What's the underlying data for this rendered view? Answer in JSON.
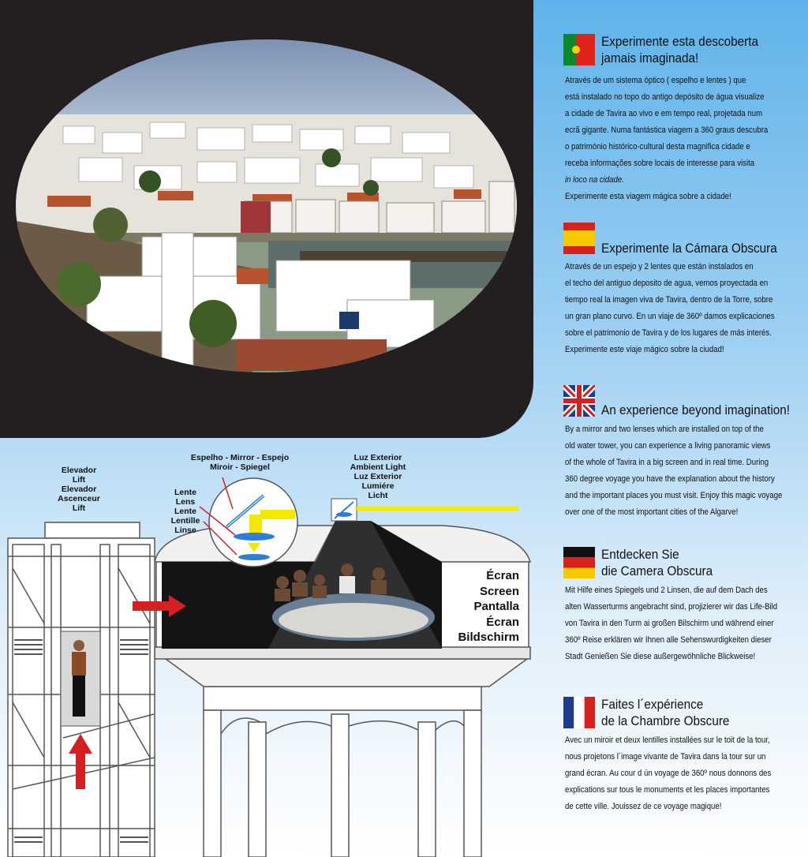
{
  "sections": [
    {
      "id": "pt",
      "title": [
        "Experimente esta descoberta",
        "jamais imaginada!"
      ],
      "lines": [
        "Através de um sistema óptico ( espelho e lentes ) que",
        "está instalado no topo do antigo depósito de água visualize",
        "a cidade de Tavira ao vivo e em tempo real, projetada num",
        "ecrã gigante. Numa fantástica viagem a 360 graus descubra",
        "o património histórico-cultural desta magnifica cidade e",
        "receba informações sobre locais de interesse para visita",
        "in loco na cidade.",
        "Experimente esta viagem mágica sobre a cidade!"
      ]
    },
    {
      "id": "es",
      "title": [
        "Experimente la Cámara Obscura"
      ],
      "lines": [
        "Através de un espejo y 2 lentes que están instalados en",
        "el techo del antiguo deposito de agua, vemos proyectada en",
        "tiempo real la imagen viva de Tavira, dentro de la Torre, sobre",
        "un gran plano curvo. En un viaje de 360º damos explicaciones",
        "sobre el patrimonio de Tavira y de los lugares de más interés.",
        "Experimente este viaje mágico sobre la ciudad!"
      ]
    },
    {
      "id": "en",
      "title": [
        "An experience beyond imagination!"
      ],
      "lines": [
        "By a mirror and two lenses which are installed on top of the",
        "old water tower, you can experience a living panoramic views",
        "of the whole of Tavira in a big screen and in real time. During",
        "360 degree voyage you have the explanation about the history",
        "and the important places you must visit. Enjoy this magic voyage",
        "over one of the most important cities of the Algarve!"
      ]
    },
    {
      "id": "de",
      "title": [
        "Entdecken Sie",
        "die Camera Obscura"
      ],
      "lines": [
        "Mit Hilfe eines Spiegels und 2 Linsen, die auf dem Dach des",
        "alten Wasserturms angebracht sind, projizierer wir das Life-Bild",
        "von Tavira in den Turm ai großen Bilschirm und während einer",
        "360º Reise erklären wir Ihnen alle Sehenswurdigkeiten dieser",
        "Stadt Genießen Sie diese außergewöhnliche Blickweise!"
      ]
    },
    {
      "id": "fr",
      "title": [
        "Faites l´expérience",
        "de la Chambre Obscure"
      ],
      "lines": [
        "Avec un miroir et deux lentilles installées sur le toit de la tour,",
        "nous projetons l´image vivante de Tavira dans la tour sur un",
        "grand écran. Au cour d ún voyage de 360º nous donnons des",
        "explications sur tous le monuments et les places importantes",
        "de cette ville. Jouissez de ce voyage magique!"
      ]
    }
  ],
  "diagram": {
    "elevator": [
      "Elevador",
      "Lift",
      "Elevador",
      "Ascenceur",
      "Lift"
    ],
    "mirror": [
      "Espelho - Mirror - Espejo",
      "Miroir - Spiegel"
    ],
    "lens": [
      "Lente",
      "Lens",
      "Lente",
      "Lentille",
      "Linse"
    ],
    "light": [
      "Luz Exterior",
      "Ambient Light",
      "Luz Exterior",
      "Lumiére",
      "Licht"
    ],
    "screen": [
      "Écran",
      "Screen",
      "Pantalla",
      "Écran",
      "Bildschirm"
    ]
  },
  "colors": {
    "accent_red": "#d42020",
    "light_beam": "#f4e700",
    "lens_blue": "#2b7fd6",
    "panel_dark": "#231f20"
  },
  "icons": [
    "flag-portugal-icon",
    "flag-spain-icon",
    "flag-uk-icon",
    "flag-germany-icon",
    "flag-france-icon"
  ]
}
